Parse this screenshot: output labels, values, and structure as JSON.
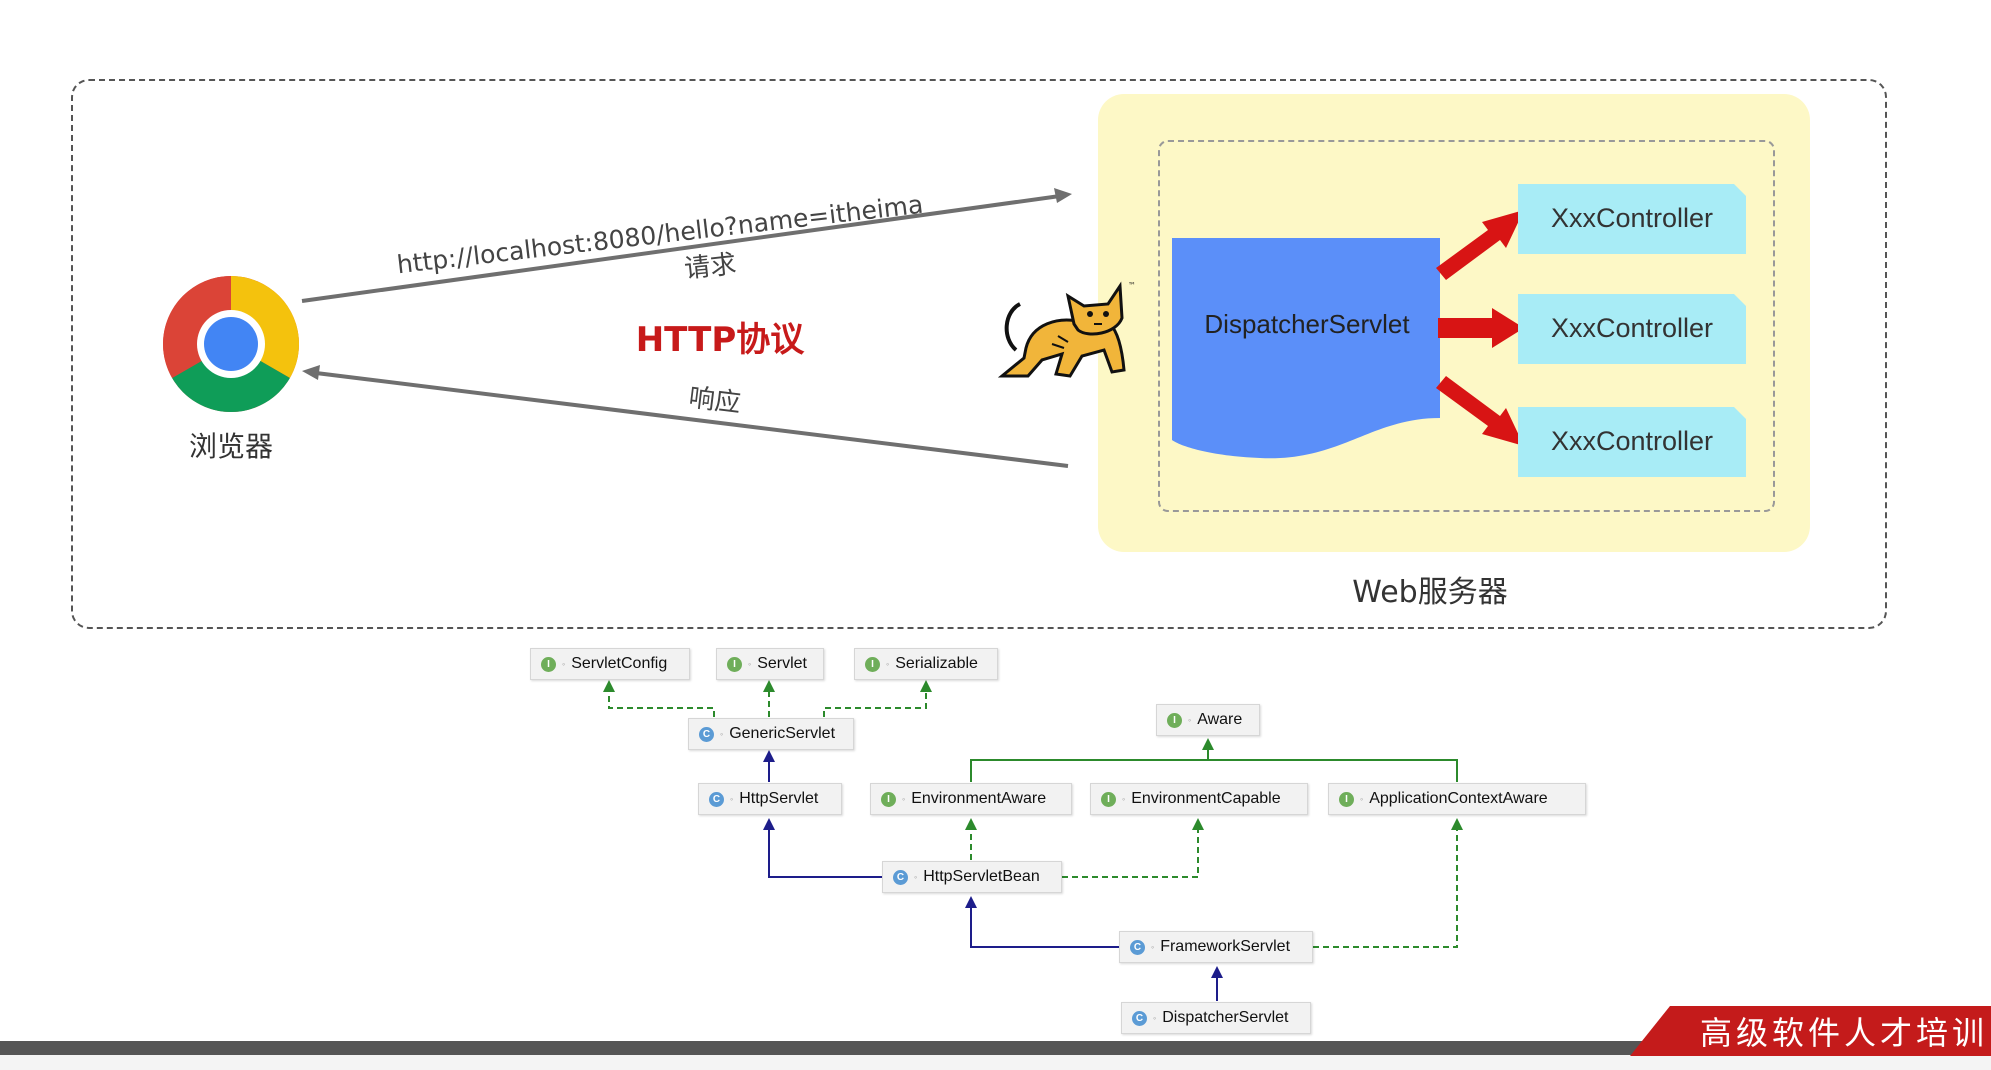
{
  "diagram": {
    "browser_label": "浏览器",
    "request_url": "http://localhost:8080/hello?name=itheima",
    "request_label": "请求",
    "protocol_label": "HTTP协议",
    "response_label": "响应",
    "dispatcher_label": "DispatcherServlet",
    "controllers": [
      "XxxController",
      "XxxController",
      "XxxController"
    ],
    "server_label": "Web服务器",
    "colors": {
      "server_zone": "#fdf8c6",
      "dispatcher": "#5b8ff9",
      "controller": "#a8ecf6",
      "arrow_red": "#d81414",
      "protocol_text": "#c71a1a"
    }
  },
  "class_hierarchy": {
    "nodes": [
      {
        "name": "ServletConfig",
        "kind": "interface"
      },
      {
        "name": "Servlet",
        "kind": "interface"
      },
      {
        "name": "Serializable",
        "kind": "interface"
      },
      {
        "name": "GenericServlet",
        "kind": "class"
      },
      {
        "name": "Aware",
        "kind": "interface"
      },
      {
        "name": "HttpServlet",
        "kind": "class"
      },
      {
        "name": "EnvironmentAware",
        "kind": "interface"
      },
      {
        "name": "EnvironmentCapable",
        "kind": "interface"
      },
      {
        "name": "ApplicationContextAware",
        "kind": "interface"
      },
      {
        "name": "HttpServletBean",
        "kind": "class"
      },
      {
        "name": "FrameworkServlet",
        "kind": "class"
      },
      {
        "name": "DispatcherServlet",
        "kind": "class"
      }
    ],
    "icon_letters": {
      "interface": "I",
      "class": "C"
    },
    "extends_color": "#1d1d8a",
    "implements_color": "#2c8a2c"
  },
  "footer": {
    "banner_text": "高级软件人才培训"
  }
}
